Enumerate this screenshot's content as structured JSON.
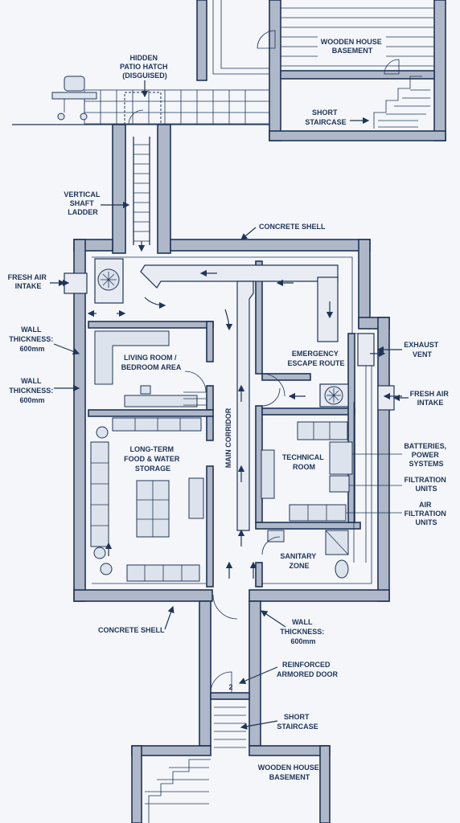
{
  "labels": {
    "hidden_hatch": [
      "HIDDEN",
      "PATIO HATCH",
      "(DISGUISED)"
    ],
    "wooden_house_basement_top": [
      "WOODEN HOUSE",
      "BASEMENT"
    ],
    "short_staircase_top": [
      "SHORT",
      "STAIRCASE"
    ],
    "vertical_shaft_ladder": [
      "VERTICAL",
      "SHAFT",
      "LADDER"
    ],
    "concrete_shell_top": "CONCRETE SHELL",
    "fresh_air_intake_left": [
      "FRESH AIR",
      "INTAKE"
    ],
    "wall_thickness_left_1": [
      "WALL",
      "THICKNESS:",
      "600mm"
    ],
    "wall_thickness_left_2": [
      "WALL",
      "THICKNESS:",
      "600mm"
    ],
    "living_room": [
      "LIVING ROOM /",
      "BEDROOM AREA"
    ],
    "emergency_escape": [
      "EMERGENCY",
      "ESCAPE ROUTE"
    ],
    "exhaust_vent": [
      "EXHAUST",
      "VENT"
    ],
    "fresh_air_intake_right": [
      "FRESH AIR",
      "INTAKE"
    ],
    "food_storage": [
      "LONG-TERM",
      "FOOD & WATER",
      "STORAGE"
    ],
    "main_corridor": "MAIN CORRIDOR",
    "technical_room": [
      "TECHNICAL",
      "ROOM"
    ],
    "batteries": [
      "BATTERIES,",
      "POWER",
      "SYSTEMS"
    ],
    "filtration_units": [
      "FILTRATION",
      "UNITS"
    ],
    "air_filtration_units": [
      "AIR",
      "FILTRATION",
      "UNITS"
    ],
    "sanitary_zone": [
      "SANITARY",
      "ZONE"
    ],
    "concrete_shell_bottom": "CONCRETE SHELL",
    "wall_thickness_bottom": [
      "WALL",
      "THICKNESS:",
      "600mm"
    ],
    "armored_door": [
      "REINFORCED",
      "ARMORED DOOR"
    ],
    "door_number": "2",
    "short_staircase_bottom": [
      "SHORT",
      "STAIRCASE"
    ],
    "wooden_house_basement_bottom": [
      "WOODEN HOUSE",
      "BASEMENT"
    ]
  },
  "colors": {
    "line": "#1f3457",
    "wall_fill": "#aeb8c8",
    "paper": "#f4f6fa"
  }
}
